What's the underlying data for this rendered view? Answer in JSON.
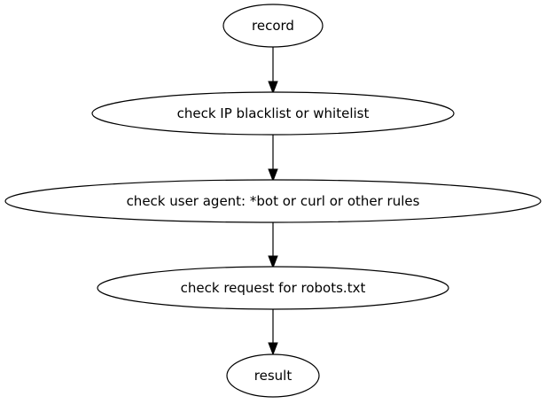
{
  "diagram": {
    "type": "flowchart",
    "nodes": [
      {
        "id": "record",
        "label": "record"
      },
      {
        "id": "ip",
        "label": "check IP blacklist or whitelist"
      },
      {
        "id": "ua",
        "label": "check user agent: *bot or curl or other rules"
      },
      {
        "id": "robots",
        "label": "check request for robots.txt"
      },
      {
        "id": "result",
        "label": "result"
      }
    ],
    "edges": [
      {
        "from": "record",
        "to": "ip"
      },
      {
        "from": "ip",
        "to": "ua"
      },
      {
        "from": "ua",
        "to": "robots"
      },
      {
        "from": "robots",
        "to": "result"
      }
    ],
    "colors": {
      "background": "#ffffff",
      "stroke": "#000000",
      "text": "#000000"
    }
  }
}
